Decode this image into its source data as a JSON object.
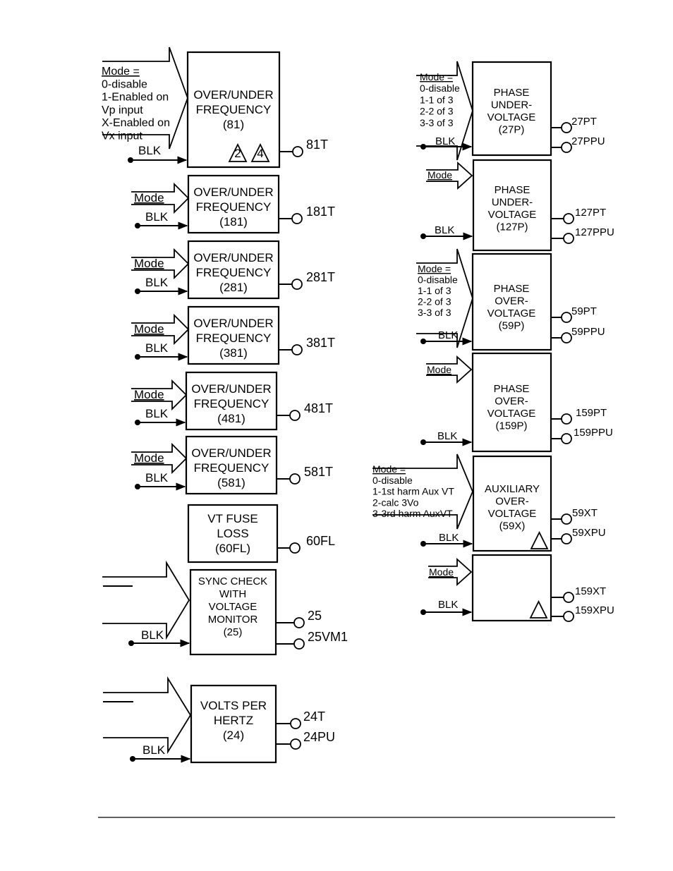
{
  "blocks": {
    "f81": {
      "lines": [
        "OVER/UNDER",
        "FREQUENCY",
        "(81)"
      ],
      "outputs": [
        "81T"
      ],
      "notes": [
        "2",
        "4"
      ]
    },
    "f181": {
      "lines": [
        "OVER/UNDER",
        "FREQUENCY",
        "(181)"
      ],
      "outputs": [
        "181T"
      ]
    },
    "f281": {
      "lines": [
        "OVER/UNDER",
        "FREQUENCY",
        "(281)"
      ],
      "outputs": [
        "281T"
      ]
    },
    "f381": {
      "lines": [
        "OVER/UNDER",
        "FREQUENCY",
        "(381)"
      ],
      "outputs": [
        "381T"
      ]
    },
    "f481": {
      "lines": [
        "OVER/UNDER",
        "FREQUENCY",
        "(481)"
      ],
      "outputs": [
        "481T"
      ]
    },
    "f581": {
      "lines": [
        "OVER/UNDER",
        "FREQUENCY",
        "(581)"
      ],
      "outputs": [
        "581T"
      ]
    },
    "vt60": {
      "lines": [
        "VT FUSE",
        "LOSS",
        "(60FL)"
      ],
      "outputs": [
        "60FL"
      ]
    },
    "sync25": {
      "lines": [
        "SYNC CHECK",
        "WITH",
        "VOLTAGE",
        "MONITOR",
        "(25)"
      ],
      "outputs": [
        "25",
        "25VM1"
      ]
    },
    "vph24": {
      "lines": [
        "VOLTS PER",
        "HERTZ",
        "(24)"
      ],
      "outputs": [
        "24T",
        "24PU"
      ]
    },
    "p27": {
      "lines": [
        "PHASE",
        "UNDER-",
        "VOLTAGE",
        "(27P)"
      ],
      "outputs": [
        "27PT",
        "27PPU"
      ]
    },
    "p127": {
      "lines": [
        "PHASE",
        "UNDER-",
        "VOLTAGE",
        "(127P)"
      ],
      "outputs": [
        "127PT",
        "127PPU"
      ]
    },
    "p59": {
      "lines": [
        "PHASE",
        "OVER-",
        "VOLTAGE",
        "(59P)"
      ],
      "outputs": [
        "59PT",
        "59PPU"
      ]
    },
    "p159": {
      "lines": [
        "PHASE",
        "OVER-",
        "VOLTAGE",
        "(159P)"
      ],
      "outputs": [
        "159PT",
        "159PPU"
      ]
    },
    "x59": {
      "lines": [
        "AUXILIARY",
        "OVER-",
        "VOLTAGE",
        "(59X)"
      ],
      "outputs": [
        "59XT",
        "59XPU"
      ]
    },
    "x159": {
      "lines": [],
      "outputs": [
        "159XT",
        "159XPU"
      ]
    }
  },
  "inputs": {
    "mode_label": "Mode",
    "blk_label": "BLK",
    "mode_f81": [
      "Mode =",
      "0-disable",
      "1-Enabled on",
      "Vp input",
      "X-Enabled on",
      "Vx input"
    ],
    "mode_p27": [
      "Mode =",
      "0-disable",
      "1-1 of 3",
      "2-2 of 3",
      "3-3 of 3"
    ],
    "mode_p59": [
      "Mode =",
      "0-disable",
      "1-1 of 3",
      "2-2 of 3",
      "3-3 of 3"
    ],
    "mode_x59": [
      "Mode =",
      "0-disable",
      "1-1st harm Aux VT",
      "2-calc 3Vo",
      "3-3rd harm AuxVT"
    ]
  }
}
